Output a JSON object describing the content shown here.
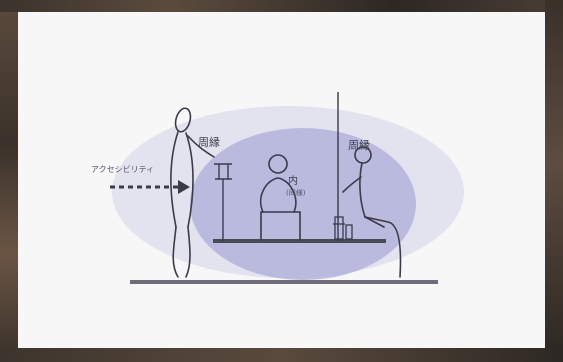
{
  "labels": {
    "periphery_left": "周縁",
    "periphery_right": "周縁",
    "inner": "内",
    "inner_sub": "(同様)",
    "accessibility": "アクセシビリティ"
  },
  "colors": {
    "outer_halo": "#dcdcee",
    "inner_zone": "#b3b3dc",
    "ink": "#3a3a48",
    "ground": "#6e6e7a",
    "paper": "#f7f7f7"
  }
}
